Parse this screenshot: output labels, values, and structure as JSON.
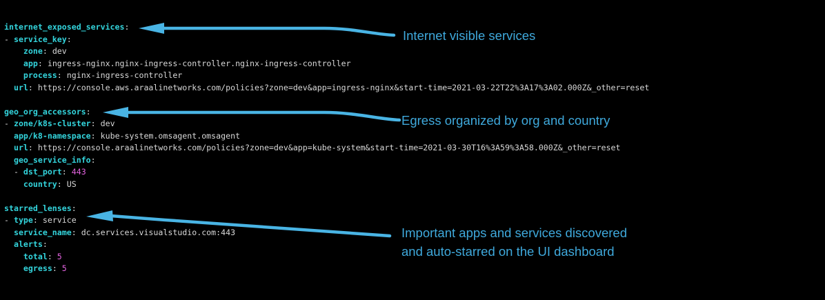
{
  "colors": {
    "background": "#000000",
    "key": "#33d4dc",
    "text": "#d9d9d9",
    "number": "#e564e1",
    "annotation": "#3fa9dc",
    "arrow": "#49b4e4"
  },
  "terminal": {
    "sections": [
      {
        "name": "internet_exposed_services",
        "lines": [
          {
            "indent": 0,
            "dash": false,
            "key": "internet_exposed_services",
            "value": ""
          },
          {
            "indent": 0,
            "dash": true,
            "key": "service_key",
            "value": ""
          },
          {
            "indent": 4,
            "dash": false,
            "key": "zone",
            "value": "dev"
          },
          {
            "indent": 4,
            "dash": false,
            "key": "app",
            "value": "ingress-nginx.nginx-ingress-controller.nginx-ingress-controller"
          },
          {
            "indent": 4,
            "dash": false,
            "key": "process",
            "value": "nginx-ingress-controller"
          },
          {
            "indent": 2,
            "dash": false,
            "key": "url",
            "value": "https://console.aws.araalinetworks.com/policies?zone=dev&app=ingress-nginx&start-time=2021-03-22T22%3A17%3A02.000Z&_other=reset",
            "url": true
          }
        ]
      },
      {
        "name": "geo_org_accessors",
        "lines": [
          {
            "indent": 0,
            "dash": false,
            "key": "geo_org_accessors",
            "value": ""
          },
          {
            "indent": 0,
            "dash": true,
            "key": "zone/k8s-cluster",
            "value": "dev"
          },
          {
            "indent": 2,
            "dash": false,
            "key": "app/k8-namespace",
            "value": "kube-system.omsagent.omsagent"
          },
          {
            "indent": 2,
            "dash": false,
            "key": "url",
            "value": "https://console.araalinetworks.com/policies?zone=dev&app=kube-system&start-time=2021-03-30T16%3A59%3A58.000Z&_other=reset",
            "url": true
          },
          {
            "indent": 2,
            "dash": false,
            "key": "geo_service_info",
            "value": ""
          },
          {
            "indent": 2,
            "dash": true,
            "key": "dst_port",
            "value": "443",
            "num": true
          },
          {
            "indent": 4,
            "dash": false,
            "key": "country",
            "value": "US"
          }
        ]
      },
      {
        "name": "starred_lenses",
        "lines": [
          {
            "indent": 0,
            "dash": false,
            "key": "starred_lenses",
            "value": ""
          },
          {
            "indent": 0,
            "dash": true,
            "key": "type",
            "value": "service"
          },
          {
            "indent": 2,
            "dash": false,
            "key": "service_name",
            "value": "dc.services.visualstudio.com:443"
          },
          {
            "indent": 2,
            "dash": false,
            "key": "alerts",
            "value": ""
          },
          {
            "indent": 4,
            "dash": false,
            "key": "total",
            "value": "5",
            "num": true
          },
          {
            "indent": 4,
            "dash": false,
            "key": "egress",
            "value": "5",
            "num": true
          }
        ]
      }
    ]
  },
  "annotations": [
    {
      "text": [
        "Internet visible services"
      ]
    },
    {
      "text": [
        "Egress organized by org and country"
      ]
    },
    {
      "text": [
        "Important apps and services discovered",
        "and auto-starred on the UI dashboard"
      ]
    }
  ]
}
